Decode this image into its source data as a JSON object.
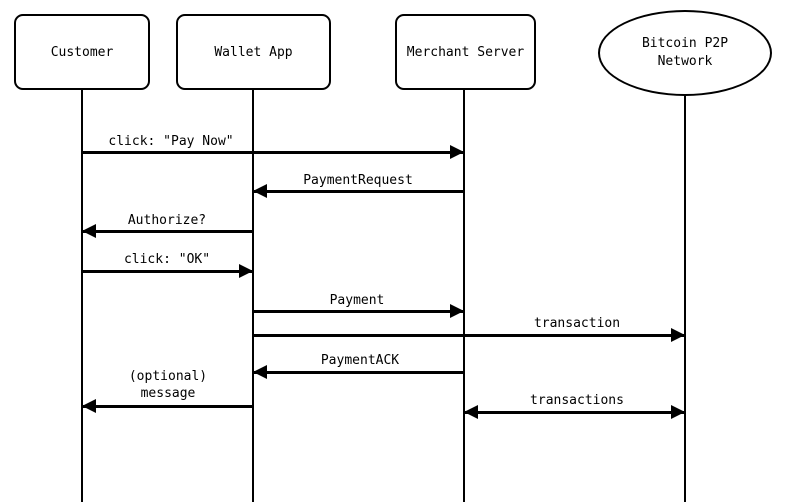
{
  "diagram": {
    "title": "Bitcoin payment protocol sequence diagram",
    "background": "#ffffff",
    "line_color": "#000000"
  },
  "participants": [
    {
      "label": "Customer",
      "shape": "rect"
    },
    {
      "label": "Wallet App",
      "shape": "rect"
    },
    {
      "label": "Merchant Server",
      "shape": "rect"
    },
    {
      "label": "Bitcoin P2P Network",
      "shape": "ellipse"
    }
  ],
  "messages": [
    {
      "label": "click: \"Pay Now\"",
      "from": "Customer",
      "to": "Merchant Server",
      "direction": "right"
    },
    {
      "label": "PaymentRequest",
      "from": "Merchant Server",
      "to": "Wallet App",
      "direction": "left"
    },
    {
      "label": "Authorize?",
      "from": "Wallet App",
      "to": "Customer",
      "direction": "left"
    },
    {
      "label": "click: \"OK\"",
      "from": "Customer",
      "to": "Wallet App",
      "direction": "right"
    },
    {
      "label": "Payment",
      "from": "Wallet App",
      "to": "Merchant Server",
      "direction": "right"
    },
    {
      "label": "transaction",
      "from": "Wallet App",
      "to": "Bitcoin P2P Network",
      "direction": "right"
    },
    {
      "label": "PaymentACK",
      "from": "Merchant Server",
      "to": "Wallet App",
      "direction": "left"
    },
    {
      "label": "(optional) message",
      "from": "Wallet App",
      "to": "Customer",
      "direction": "left"
    },
    {
      "label": "transactions",
      "from": "Merchant Server",
      "to": "Bitcoin P2P Network",
      "direction": "both"
    }
  ]
}
